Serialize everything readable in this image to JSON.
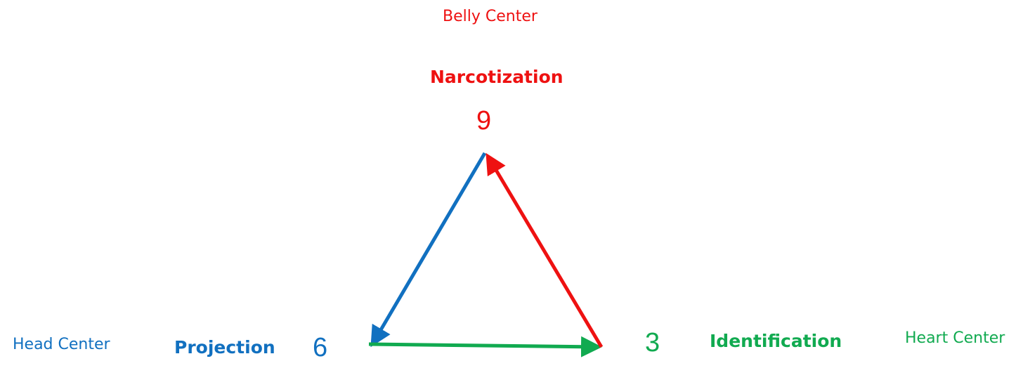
{
  "colors": {
    "belly": "#ee1111",
    "head": "#1170c0",
    "heart": "#11aa50"
  },
  "belly": {
    "center": "Belly Center",
    "mechanism": "Narcotization",
    "number": "9"
  },
  "head": {
    "center": "Head Center",
    "mechanism": "Projection",
    "number": "6"
  },
  "heart": {
    "center": "Heart Center",
    "mechanism": "Identification",
    "number": "3"
  },
  "arrows": [
    {
      "from": "9",
      "to": "6",
      "color": "head"
    },
    {
      "from": "6",
      "to": "3",
      "color": "heart"
    },
    {
      "from": "3",
      "to": "9",
      "color": "belly"
    }
  ]
}
